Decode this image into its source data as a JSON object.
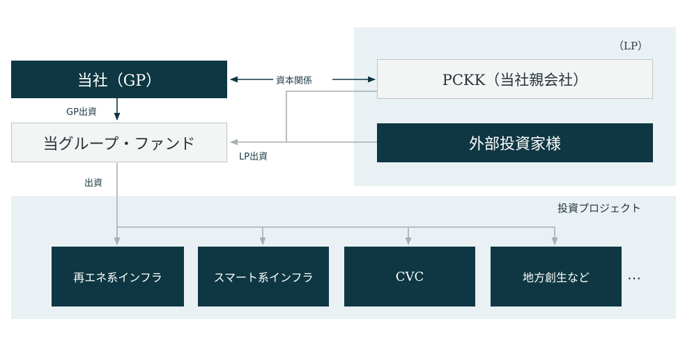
{
  "colors": {
    "dark_box": "#0e3743",
    "light_box": "#f3f4f4",
    "panel_bg": "#e9f1f5",
    "connector_gray": "#a9aeb0",
    "arrow_dark": "#0e3743"
  },
  "nodes": {
    "gp": "当社（GP）",
    "fund": "当グループ・ファンド",
    "pckk": "PCKK（当社親会社）",
    "external_investors": "外部投資家様"
  },
  "labels": {
    "lp_panel": "（LP）",
    "capital_relation": "資本関係",
    "gp_investment": "GP出資",
    "lp_investment": "LP出資",
    "investment": "出資",
    "projects_panel": "投資プロジェクト",
    "more": "…"
  },
  "projects": [
    "再エネ系インフラ",
    "スマート系インフラ",
    "CVC",
    "地方創生など"
  ]
}
